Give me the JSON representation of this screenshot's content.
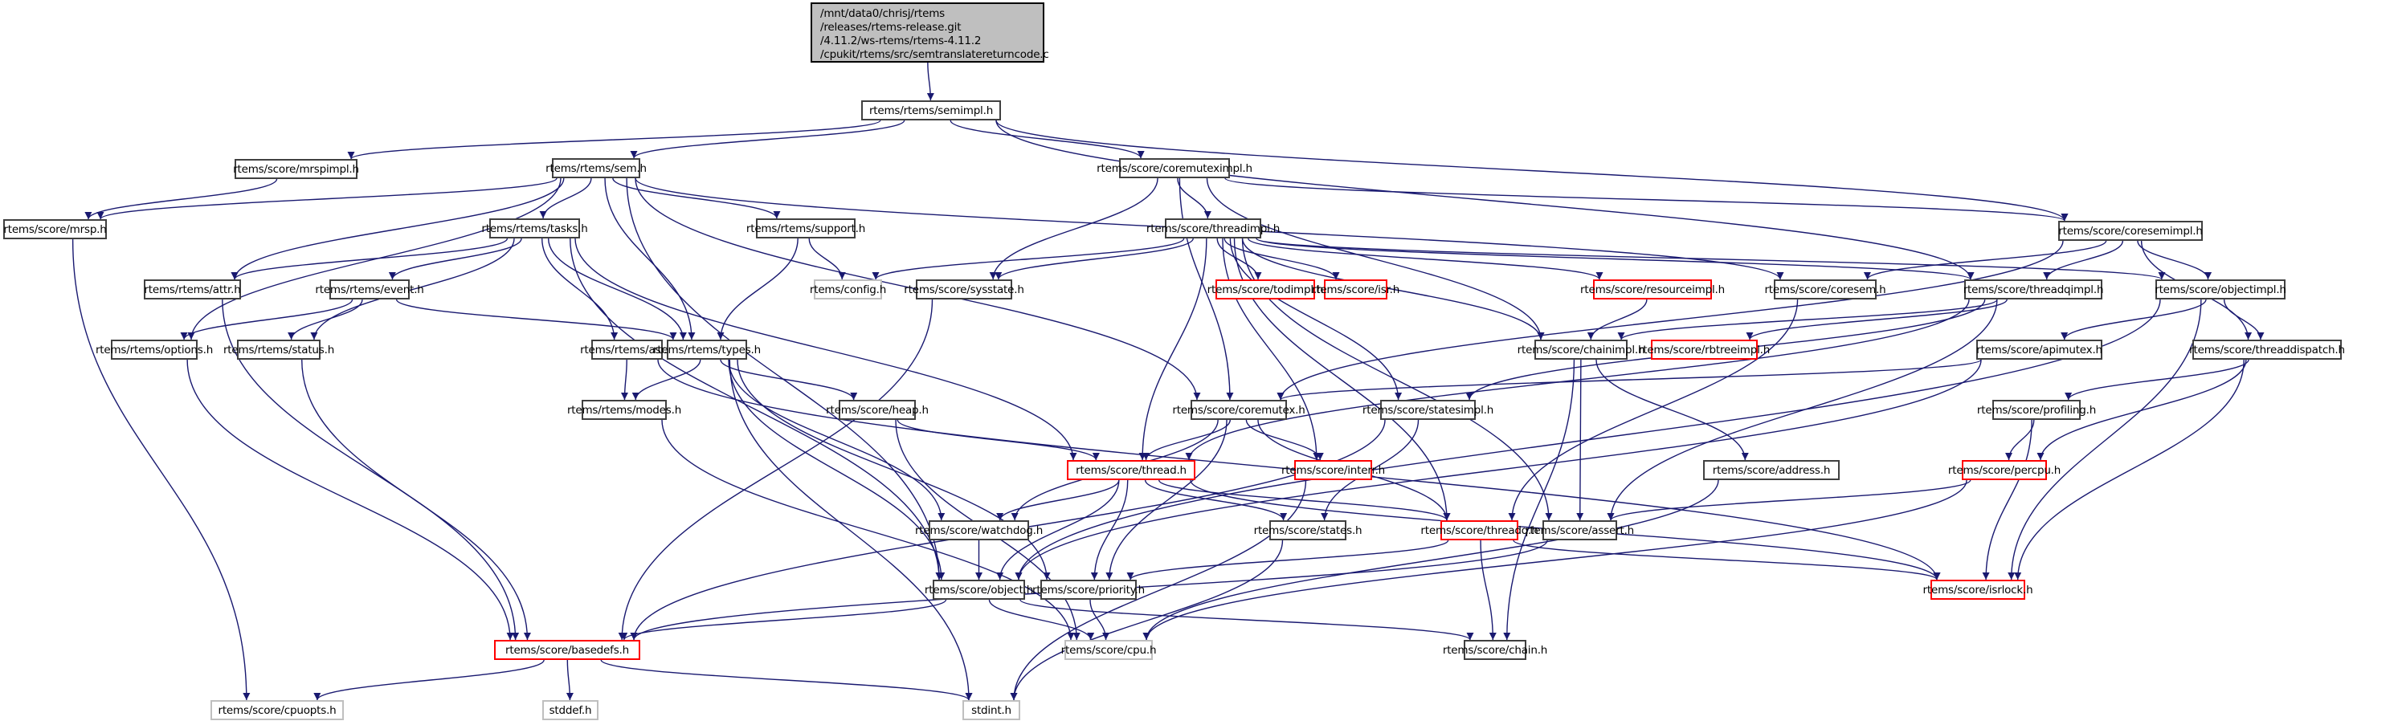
{
  "graph": {
    "type": "include-dependency-graph",
    "root": {
      "id": "root",
      "label_lines": [
        "/mnt/data0/chrisj/rtems",
        "/releases/rtems-release.git",
        "/4.11.2/ws-rtems/rtems-4.11.2",
        "/cpukit/rtems/src/semtranslatereturncode.c"
      ]
    },
    "colors": {
      "edge": "#191970",
      "node_border": "#404040",
      "node_border_undocumented": "#ff0000",
      "node_border_external": "#bfbfbf",
      "root_fill": "#bfbfbf"
    },
    "nodes": [
      {
        "id": "semimpl",
        "label": "rtems/rtems/semimpl.h",
        "kind": "normal"
      },
      {
        "id": "mrspimpl",
        "label": "rtems/score/mrspimpl.h",
        "kind": "normal"
      },
      {
        "id": "sem",
        "label": "rtems/rtems/sem.h",
        "kind": "normal"
      },
      {
        "id": "coremuteximpl",
        "label": "rtems/score/coremuteximpl.h",
        "kind": "normal"
      },
      {
        "id": "mrsp",
        "label": "rtems/score/mrsp.h",
        "kind": "normal"
      },
      {
        "id": "tasks",
        "label": "rtems/rtems/tasks.h",
        "kind": "normal"
      },
      {
        "id": "support",
        "label": "rtems/rtems/support.h",
        "kind": "normal"
      },
      {
        "id": "threadimpl",
        "label": "rtems/score/threadimpl.h",
        "kind": "normal"
      },
      {
        "id": "coresemimpl",
        "label": "rtems/score/coresemimpl.h",
        "kind": "normal"
      },
      {
        "id": "attr",
        "label": "rtems/rtems/attr.h",
        "kind": "normal"
      },
      {
        "id": "event",
        "label": "rtems/rtems/event.h",
        "kind": "normal"
      },
      {
        "id": "config",
        "label": "rtems/config.h",
        "kind": "external"
      },
      {
        "id": "sysstate",
        "label": "rtems/score/sysstate.h",
        "kind": "normal"
      },
      {
        "id": "todimpl",
        "label": "rtems/score/todimpl.h",
        "kind": "undocumented"
      },
      {
        "id": "isr",
        "label": "rtems/score/isr.h",
        "kind": "undocumented"
      },
      {
        "id": "resourceimpl",
        "label": "rtems/score/resourceimpl.h",
        "kind": "undocumented"
      },
      {
        "id": "coresem",
        "label": "rtems/score/coresem.h",
        "kind": "normal"
      },
      {
        "id": "threadqimpl",
        "label": "rtems/score/threadqimpl.h",
        "kind": "normal"
      },
      {
        "id": "objectimpl",
        "label": "rtems/score/objectimpl.h",
        "kind": "normal"
      },
      {
        "id": "options",
        "label": "rtems/rtems/options.h",
        "kind": "normal"
      },
      {
        "id": "status",
        "label": "rtems/rtems/status.h",
        "kind": "normal"
      },
      {
        "id": "asr",
        "label": "rtems/rtems/asr.h",
        "kind": "normal"
      },
      {
        "id": "types",
        "label": "rtems/rtems/types.h",
        "kind": "normal"
      },
      {
        "id": "chainimpl",
        "label": "rtems/score/chainimpl.h",
        "kind": "normal"
      },
      {
        "id": "rbtreeimpl",
        "label": "rtems/score/rbtreeimpl.h",
        "kind": "undocumented"
      },
      {
        "id": "apimutex",
        "label": "rtems/score/apimutex.h",
        "kind": "normal"
      },
      {
        "id": "threaddispatch",
        "label": "rtems/score/threaddispatch.h",
        "kind": "normal"
      },
      {
        "id": "modes",
        "label": "rtems/rtems/modes.h",
        "kind": "normal"
      },
      {
        "id": "heap",
        "label": "rtems/score/heap.h",
        "kind": "normal"
      },
      {
        "id": "coremutex",
        "label": "rtems/score/coremutex.h",
        "kind": "normal"
      },
      {
        "id": "statesimpl",
        "label": "rtems/score/statesimpl.h",
        "kind": "normal"
      },
      {
        "id": "profiling",
        "label": "rtems/score/profiling.h",
        "kind": "normal"
      },
      {
        "id": "thread",
        "label": "rtems/score/thread.h",
        "kind": "undocumented"
      },
      {
        "id": "interr",
        "label": "rtems/score/interr.h",
        "kind": "undocumented"
      },
      {
        "id": "address",
        "label": "rtems/score/address.h",
        "kind": "normal"
      },
      {
        "id": "percpu",
        "label": "rtems/score/percpu.h",
        "kind": "undocumented"
      },
      {
        "id": "watchdog",
        "label": "rtems/score/watchdog.h",
        "kind": "normal"
      },
      {
        "id": "states",
        "label": "rtems/score/states.h",
        "kind": "normal"
      },
      {
        "id": "threadq",
        "label": "rtems/score/threadq.h",
        "kind": "undocumented"
      },
      {
        "id": "assert",
        "label": "rtems/score/assert.h",
        "kind": "normal"
      },
      {
        "id": "isrlock",
        "label": "rtems/score/isrlock.h",
        "kind": "undocumented"
      },
      {
        "id": "object",
        "label": "rtems/score/object.h",
        "kind": "normal"
      },
      {
        "id": "priority",
        "label": "rtems/score/priority.h",
        "kind": "normal"
      },
      {
        "id": "basedefs",
        "label": "rtems/score/basedefs.h",
        "kind": "undocumented"
      },
      {
        "id": "cpu",
        "label": "rtems/score/cpu.h",
        "kind": "external"
      },
      {
        "id": "chain",
        "label": "rtems/score/chain.h",
        "kind": "normal"
      },
      {
        "id": "cpuopts",
        "label": "rtems/score/cpuopts.h",
        "kind": "external"
      },
      {
        "id": "stddef",
        "label": "stddef.h",
        "kind": "external"
      },
      {
        "id": "stdint",
        "label": "stdint.h",
        "kind": "external"
      }
    ],
    "edges": [
      [
        "root",
        "semimpl"
      ],
      [
        "semimpl",
        "mrspimpl"
      ],
      [
        "semimpl",
        "sem"
      ],
      [
        "semimpl",
        "coremuteximpl"
      ],
      [
        "semimpl",
        "coresemimpl"
      ],
      [
        "semimpl",
        "threadqimpl"
      ],
      [
        "mrspimpl",
        "mrsp"
      ],
      [
        "sem",
        "mrsp"
      ],
      [
        "sem",
        "attr"
      ],
      [
        "sem",
        "options"
      ],
      [
        "sem",
        "tasks"
      ],
      [
        "sem",
        "support"
      ],
      [
        "sem",
        "types"
      ],
      [
        "sem",
        "object"
      ],
      [
        "sem",
        "coremutex"
      ],
      [
        "sem",
        "coresem"
      ],
      [
        "coremuteximpl",
        "threadimpl"
      ],
      [
        "coremuteximpl",
        "sysstate"
      ],
      [
        "coremuteximpl",
        "coremutex"
      ],
      [
        "coremuteximpl",
        "chainimpl"
      ],
      [
        "coremuteximpl",
        "coresemimpl"
      ],
      [
        "mrsp",
        "cpuopts"
      ],
      [
        "tasks",
        "attr"
      ],
      [
        "tasks",
        "event"
      ],
      [
        "tasks",
        "status"
      ],
      [
        "tasks",
        "types"
      ],
      [
        "tasks",
        "asr"
      ],
      [
        "tasks",
        "thread"
      ],
      [
        "tasks",
        "object"
      ],
      [
        "support",
        "config"
      ],
      [
        "support",
        "types"
      ],
      [
        "threadimpl",
        "config"
      ],
      [
        "threadimpl",
        "sysstate"
      ],
      [
        "threadimpl",
        "todimpl"
      ],
      [
        "threadimpl",
        "isr"
      ],
      [
        "threadimpl",
        "resourceimpl"
      ],
      [
        "threadimpl",
        "chainimpl"
      ],
      [
        "threadimpl",
        "threadqimpl"
      ],
      [
        "threadimpl",
        "objectimpl"
      ],
      [
        "threadimpl",
        "statesimpl"
      ],
      [
        "threadimpl",
        "thread"
      ],
      [
        "threadimpl",
        "interr"
      ],
      [
        "threadimpl",
        "assert"
      ],
      [
        "threadimpl",
        "threadq"
      ],
      [
        "coresemimpl",
        "coresem"
      ],
      [
        "coresemimpl",
        "threadqimpl"
      ],
      [
        "coresemimpl",
        "objectimpl"
      ],
      [
        "coresemimpl",
        "threaddispatch"
      ],
      [
        "coresemimpl",
        "coremutex"
      ],
      [
        "attr",
        "basedefs"
      ],
      [
        "event",
        "options"
      ],
      [
        "event",
        "status"
      ],
      [
        "event",
        "types"
      ],
      [
        "sysstate",
        "basedefs"
      ],
      [
        "resourceimpl",
        "chainimpl"
      ],
      [
        "coresem",
        "threadq"
      ],
      [
        "threadqimpl",
        "chainimpl"
      ],
      [
        "threadqimpl",
        "rbtreeimpl"
      ],
      [
        "threadqimpl",
        "thread"
      ],
      [
        "threadqimpl",
        "assert"
      ],
      [
        "threadqimpl",
        "statesimpl"
      ],
      [
        "objectimpl",
        "apimutex"
      ],
      [
        "objectimpl",
        "threaddispatch"
      ],
      [
        "objectimpl",
        "isrlock"
      ],
      [
        "objectimpl",
        "object"
      ],
      [
        "options",
        "basedefs"
      ],
      [
        "status",
        "basedefs"
      ],
      [
        "asr",
        "modes"
      ],
      [
        "asr",
        "isrlock"
      ],
      [
        "types",
        "modes"
      ],
      [
        "types",
        "heap"
      ],
      [
        "types",
        "watchdog"
      ],
      [
        "types",
        "object"
      ],
      [
        "types",
        "stdint"
      ],
      [
        "types",
        "priority"
      ],
      [
        "chainimpl",
        "address"
      ],
      [
        "chainimpl",
        "assert"
      ],
      [
        "chainimpl",
        "chain"
      ],
      [
        "apimutex",
        "coremutex"
      ],
      [
        "apimutex",
        "object"
      ],
      [
        "threaddispatch",
        "profiling"
      ],
      [
        "threaddispatch",
        "percpu"
      ],
      [
        "threaddispatch",
        "isrlock"
      ],
      [
        "modes",
        "cpu"
      ],
      [
        "heap",
        "thread"
      ],
      [
        "heap",
        "cpu"
      ],
      [
        "coremutex",
        "thread"
      ],
      [
        "coremutex",
        "interr"
      ],
      [
        "coremutex",
        "watchdog"
      ],
      [
        "coremutex",
        "priority"
      ],
      [
        "coremutex",
        "threadq"
      ],
      [
        "statesimpl",
        "states"
      ],
      [
        "statesimpl",
        "basedefs"
      ],
      [
        "profiling",
        "percpu"
      ],
      [
        "profiling",
        "isrlock"
      ],
      [
        "thread",
        "watchdog"
      ],
      [
        "thread",
        "object"
      ],
      [
        "thread",
        "priority"
      ],
      [
        "thread",
        "states"
      ],
      [
        "thread",
        "threadq"
      ],
      [
        "thread",
        "isrlock"
      ],
      [
        "interr",
        "stdint"
      ],
      [
        "address",
        "cpu"
      ],
      [
        "percpu",
        "cpu"
      ],
      [
        "percpu",
        "assert"
      ],
      [
        "watchdog",
        "object"
      ],
      [
        "states",
        "stdint"
      ],
      [
        "threadq",
        "chain"
      ],
      [
        "threadq",
        "priority"
      ],
      [
        "threadq",
        "isrlock"
      ],
      [
        "assert",
        "basedefs"
      ],
      [
        "object",
        "basedefs"
      ],
      [
        "object",
        "cpu"
      ],
      [
        "object",
        "chain"
      ],
      [
        "priority",
        "cpu"
      ],
      [
        "basedefs",
        "cpuopts"
      ],
      [
        "basedefs",
        "stddef"
      ],
      [
        "basedefs",
        "stdint"
      ]
    ]
  }
}
